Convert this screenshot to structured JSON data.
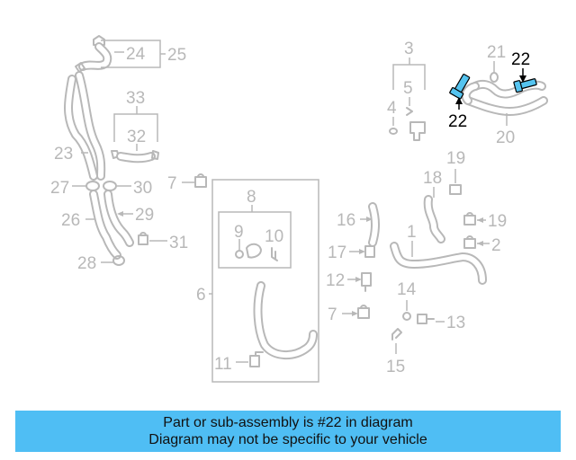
{
  "labels": {
    "l1": "1",
    "l2": "2",
    "l3": "3",
    "l4": "4",
    "l5": "5",
    "l6": "6",
    "l7a": "7",
    "l7b": "7",
    "l8": "8",
    "l9": "9",
    "l10": "10",
    "l11": "11",
    "l12": "12",
    "l13": "13",
    "l14": "14",
    "l15": "15",
    "l16": "16",
    "l17": "17",
    "l18": "18",
    "l19a": "19",
    "l19b": "19",
    "l20": "20",
    "l21": "21",
    "l22a": "22",
    "l22b": "22",
    "l23": "23",
    "l24": "24",
    "l25": "25",
    "l26": "26",
    "l27": "27",
    "l28": "28",
    "l29": "29",
    "l30": "30",
    "l31": "31",
    "l32": "32",
    "l33": "33"
  },
  "banner": {
    "line1": "Part or sub-assembly is #22 in diagram",
    "line2": "Diagram may not be specific to your vehicle"
  },
  "colors": {
    "highlight": "#55c4f0",
    "banner": "#4fbef4",
    "parts": "#b8b8b8"
  }
}
